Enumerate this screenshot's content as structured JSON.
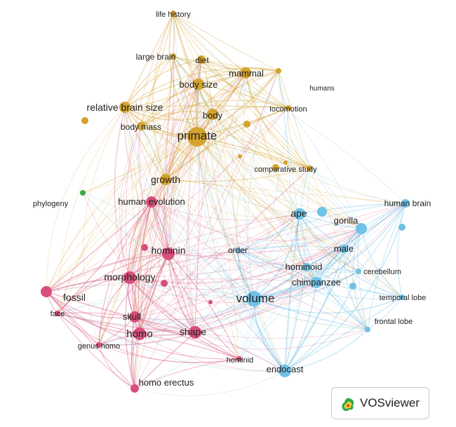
{
  "brand": {
    "name": "VOSviewer",
    "logo_icon": "vosviewer-logo-icon"
  },
  "colors": {
    "cluster_1": "#d94e7a",
    "cluster_2": "#d4a22e",
    "cluster_3": "#6fc2e6",
    "cluster_4": "#3aa84a"
  },
  "nodes": [
    {
      "id": "life-history",
      "label": "life history",
      "cluster": 2,
      "weight": 1
    },
    {
      "id": "large-brain",
      "label": "large brain",
      "cluster": 2,
      "weight": 1
    },
    {
      "id": "diet",
      "label": "diet",
      "cluster": 2,
      "weight": 2
    },
    {
      "id": "mammal",
      "label": "mammal",
      "cluster": 2,
      "weight": 3
    },
    {
      "id": "humans",
      "label": "humans",
      "cluster": 2,
      "weight": 1
    },
    {
      "id": "body-size",
      "label": "body size",
      "cluster": 2,
      "weight": 3
    },
    {
      "id": "relative-brain-size",
      "label": "relative brain size",
      "cluster": 2,
      "weight": 3
    },
    {
      "id": "body",
      "label": "body",
      "cluster": 2,
      "weight": 3
    },
    {
      "id": "locomotion",
      "label": "locomotion",
      "cluster": 2,
      "weight": 1
    },
    {
      "id": "body-mass",
      "label": "body mass",
      "cluster": 2,
      "weight": 2
    },
    {
      "id": "primate",
      "label": "primate",
      "cluster": 2,
      "weight": 6
    },
    {
      "id": "comparative-study",
      "label": "comparative study",
      "cluster": 2,
      "weight": 1
    },
    {
      "id": "growth",
      "label": "growth",
      "cluster": 2,
      "weight": 3
    },
    {
      "id": "phylogeny",
      "label": "phylogeny",
      "cluster": 4,
      "weight": 1
    },
    {
      "id": "human-evolution",
      "label": "human evolution",
      "cluster": 1,
      "weight": 3
    },
    {
      "id": "hominin",
      "label": "hominin",
      "cluster": 1,
      "weight": 4
    },
    {
      "id": "morphology",
      "label": "morphology",
      "cluster": 1,
      "weight": 4
    },
    {
      "id": "fossil",
      "label": "fossil",
      "cluster": 1,
      "weight": 3
    },
    {
      "id": "face",
      "label": "face",
      "cluster": 1,
      "weight": 1
    },
    {
      "id": "skull",
      "label": "skull",
      "cluster": 1,
      "weight": 3
    },
    {
      "id": "homo",
      "label": "homo",
      "cluster": 1,
      "weight": 4
    },
    {
      "id": "shape",
      "label": "shape",
      "cluster": 1,
      "weight": 4
    },
    {
      "id": "genus-homo",
      "label": "genus homo",
      "cluster": 1,
      "weight": 1
    },
    {
      "id": "hominid",
      "label": "hominid",
      "cluster": 1,
      "weight": 1
    },
    {
      "id": "homo-erectus",
      "label": "homo erectus",
      "cluster": 1,
      "weight": 2
    },
    {
      "id": "order",
      "label": "order",
      "cluster": 3,
      "weight": 1
    },
    {
      "id": "volume",
      "label": "volume",
      "cluster": 3,
      "weight": 5
    },
    {
      "id": "endocast",
      "label": "endocast",
      "cluster": 3,
      "weight": 4
    },
    {
      "id": "ape",
      "label": "ape",
      "cluster": 3,
      "weight": 3
    },
    {
      "id": "gorilla",
      "label": "gorilla",
      "cluster": 3,
      "weight": 3
    },
    {
      "id": "human-brain",
      "label": "human brain",
      "cluster": 3,
      "weight": 2
    },
    {
      "id": "male",
      "label": "male",
      "cluster": 3,
      "weight": 2
    },
    {
      "id": "hominoid",
      "label": "hominoid",
      "cluster": 3,
      "weight": 2
    },
    {
      "id": "chimpanzee",
      "label": "chimpanzee",
      "cluster": 3,
      "weight": 3
    },
    {
      "id": "cerebellum",
      "label": "cerebellum",
      "cluster": 3,
      "weight": 1
    },
    {
      "id": "temporal-lobe",
      "label": "temporal lobe",
      "cluster": 3,
      "weight": 1
    },
    {
      "id": "frontal-lobe",
      "label": "frontal lobe",
      "cluster": 3,
      "weight": 1
    }
  ]
}
